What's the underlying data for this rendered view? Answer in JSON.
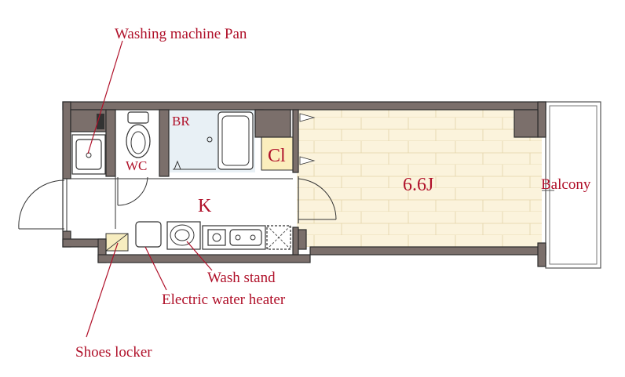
{
  "labels": {
    "washing_machine_pan": "Washing machine Pan",
    "wc": "WC",
    "br": "BR",
    "cl": "Cl",
    "room": "6.6J",
    "balcony": "Balcony",
    "kitchen": "K",
    "wash_stand": "Wash stand",
    "electric_water_heater": "Electric water heater",
    "shoes_locker": "Shoes locker"
  },
  "colors": {
    "wall": "#7b6f6b",
    "label": "#b0112a",
    "floor_wood": "#fbf3dc",
    "bath": "#e8f0f5",
    "closet": "#fbeebd",
    "shoe_locker": "#f7edc0"
  }
}
